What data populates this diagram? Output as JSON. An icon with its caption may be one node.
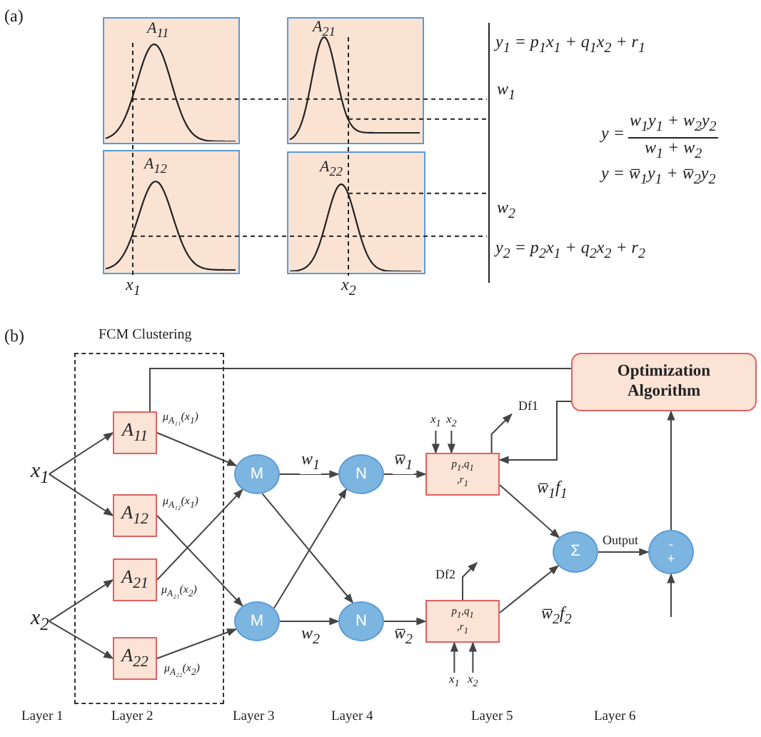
{
  "diagram": {
    "nodes": [
      {
        "text": [
          "A$_{11}$"
        ]
      },
      {
        "text": [
          "A$_{21}$"
        ]
      },
      {
        "text": [
          "A$_{12}$"
        ]
      },
      {
        "text": [
          "A$_{22}$"
        ]
      },
      {
        "text": [
          "FCM Clustering"
        ]
      },
      {
        "text": [
          "Optimization Algorithm"
        ]
      },
      {
        "text": [
          "x$_{1}$"
        ]
      },
      {
        "text": [
          "A$_{11}$"
        ],
        "in": 4
      },
      {
        "text": [
          "A$_{12}$"
        ],
        "in": 4
      },
      {
        "text": [
          "A$_{21}$"
        ],
        "in": 4
      },
      {
        "text": [
          "A$_{22}$"
        ],
        "in": 4
      },
      {
        "text": [
          "x$_{2}$"
        ]
      },
      {
        "text": [
          "M"
        ]
      },
      {
        "text": [
          "N"
        ]
      },
      {
        "text": [
          "M"
        ]
      },
      {
        "text": [
          "N"
        ]
      },
      {
        "text": [
          "p$_{1}$,q$_{1}$ ,r$_{1}$"
        ]
      },
      {
        "text": [
          "p$_{1}$,q$_{1}$ ,r$_{1}$"
        ]
      },
      {
        "text": [
          "Σ"
        ]
      },
      {
        "text": [
          "-",
          "+"
        ]
      },
      {
        "text": [
          "x$_{1}$"
        ]
      },
      {
        "text": [
          "x$_{2}$"
        ]
      },
      {
        "text": [
          "x$_{1}$"
        ]
      },
      {
        "text": [
          "x$_{2}$"
        ]
      }
    ],
    "edges": [
      {
        "from": 6,
        "to": 7,
        "arrow": "to"
      },
      {
        "from": 6,
        "to": 8,
        "arrow": "to"
      },
      {
        "from": 11,
        "to": 9,
        "arrow": "to"
      },
      {
        "from": 11,
        "to": 10,
        "arrow": "to"
      },
      {
        "from": 7,
        "to": 12,
        "arrow": "to",
        "label": "μ$_{A₁₁}$(x$_{1}$)"
      },
      {
        "from": 8,
        "to": 14,
        "arrow": "to",
        "label": "μ$_{A₁₂}$(x$_{1}$)"
      },
      {
        "from": 9,
        "to": 12,
        "arrow": "to",
        "label": "μ$_{A₂₁}$(x$_{2}$)"
      },
      {
        "from": 10,
        "to": 14,
        "arrow": "to",
        "label": "μ$_{A₂₂}$(x$_{2}$)"
      },
      {
        "from": 12,
        "to": 13,
        "arrow": "to",
        "label": "w$_{1}$"
      },
      {
        "from": 12,
        "to": 15,
        "arrow": "to"
      },
      {
        "from": 14,
        "to": 13,
        "arrow": "to"
      },
      {
        "from": 14,
        "to": 15,
        "arrow": "to",
        "label": "w$_{2}$"
      },
      {
        "from": 13,
        "to": 16,
        "arrow": "to",
        "label": "w̅$_{1}$"
      },
      {
        "from": 15,
        "to": 17,
        "arrow": "to",
        "label": "w̅$_{2}$"
      },
      {
        "from": 20,
        "to": 16,
        "arrow": "to"
      },
      {
        "from": 21,
        "to": 16,
        "arrow": "to"
      },
      {
        "from": 22,
        "to": 17,
        "arrow": "to"
      },
      {
        "from": 23,
        "to": 17,
        "arrow": "to"
      },
      {
        "from": 16,
        "to": 18,
        "arrow": "to",
        "label": "w̅$_{1}$f$_{1}$"
      },
      {
        "from": 17,
        "to": 18,
        "arrow": "to",
        "label": "w̅$_{2}$f$_{2}$"
      },
      {
        "from": 18,
        "to": 19,
        "arrow": "to",
        "label": "Output"
      },
      {
        "from": null,
        "to": 19,
        "arrow": "to"
      },
      {
        "from": 19,
        "to": 5,
        "arrow": "to"
      },
      {
        "from": 7,
        "to": 5,
        "arrow": "none"
      },
      {
        "from": 5,
        "to": 16,
        "arrow": "to"
      },
      {
        "from": 16,
        "to": null,
        "arrow": "to",
        "label": "Df1"
      },
      {
        "from": 17,
        "to": null,
        "arrow": "to",
        "label": "Df2"
      }
    ],
    "labels": [
      "(a)",
      "y$_{1}$ = p$_{1}$x$_{1}$ + q$_{1}$x$_{2}$ + r$_{1}$",
      "w$_{1}$",
      "y =",
      "w$_{1}$y$_{1}$ + w$_{2}$y$_{2}$",
      "w$_{1}$ + w$_{2}$",
      "y = w̅$_{1}$y$_{1}$ + w̅$_{2}$y$_{2}$",
      "w$_{2}$",
      "y$_{2}$ = p$_{2}$x$_{1}$ + q$_{2}$x$_{2}$ + r$_{2}$",
      "x$_{1}$",
      "x$_{2}$",
      "(b)",
      "Layer 1",
      "Layer 2",
      "Layer 3",
      "Layer 4",
      "Layer 5",
      "Layer 6"
    ]
  }
}
